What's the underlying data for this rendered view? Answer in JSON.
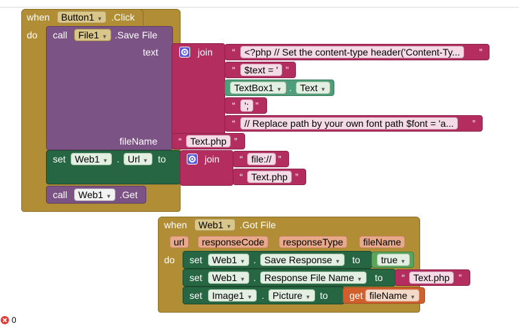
{
  "colors": {
    "event": "#b18e35",
    "procedure": "#7c5385",
    "setter": "#266643",
    "text": "#b32d5e",
    "logic": "#5ba55b",
    "getter": "#d05f2d",
    "component": "#4f9d7a"
  },
  "block1": {
    "when": "when",
    "component": "Button1",
    "event": ".Click",
    "do": "do",
    "save": {
      "call": "call",
      "component": "File1",
      "method": ".Save File",
      "text_param": "text",
      "filename_param": "fileName",
      "join": "join",
      "parts": [
        "<?php // Set the content-type header('Content-Ty...",
        "$text = '",
        "';",
        "// Replace path by your own font path $font = 'a..."
      ],
      "textbox": {
        "component": "TextBox1",
        "property": "Text",
        "dot": "."
      },
      "filename_value": "Text.php"
    },
    "set_url": {
      "set": "set",
      "component": "Web1",
      "dot": ".",
      "property": "Url",
      "to": "to",
      "join": "join",
      "parts": [
        "file://",
        "Text.php"
      ]
    },
    "get": {
      "call": "call",
      "component": "Web1",
      "method": ".Get"
    }
  },
  "block2": {
    "when": "when",
    "component": "Web1",
    "event": ".Got File",
    "do": "do",
    "params": [
      "url",
      "responseCode",
      "responseType",
      "fileName"
    ],
    "rows": [
      {
        "set": "set",
        "component": "Web1",
        "dot": ".",
        "property": "Save Response",
        "to": "to",
        "value": "true"
      },
      {
        "set": "set",
        "component": "Web1",
        "dot": ".",
        "property": "Response File Name",
        "to": "to",
        "value": "Text.php"
      },
      {
        "set": "set",
        "component": "Image1",
        "dot": ".",
        "property": "Picture",
        "to": "to",
        "get": "get",
        "value": "fileName"
      }
    ]
  },
  "quotes": {
    "open": "“",
    "close": "”"
  },
  "status": {
    "errors": "0",
    "icon": "error-icon"
  }
}
